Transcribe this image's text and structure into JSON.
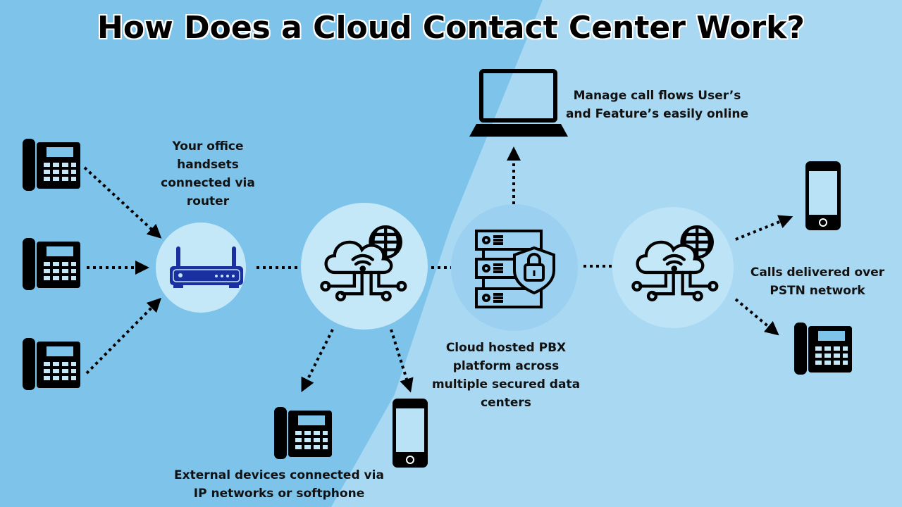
{
  "title": "How Does a Cloud Contact Center Work?",
  "labels": {
    "office_handsets": [
      "Your office",
      "handsets",
      "connected via",
      "router"
    ],
    "manage": [
      "Manage call flows  User’s",
      "and Feature’s easily online"
    ],
    "pbx": [
      "Cloud hosted PBX",
      "platform across",
      "multiple secured data",
      "centers"
    ],
    "pstn": [
      "Calls delivered over",
      "PSTN network"
    ],
    "external": [
      "External devices connected via",
      "IP networks or softphone"
    ]
  },
  "colors": {
    "background": "#7dc3ea",
    "background_light": "#a9d8f3",
    "circle": "#c4e8f8",
    "router": "#1a2fa0",
    "ink": "#000000"
  }
}
